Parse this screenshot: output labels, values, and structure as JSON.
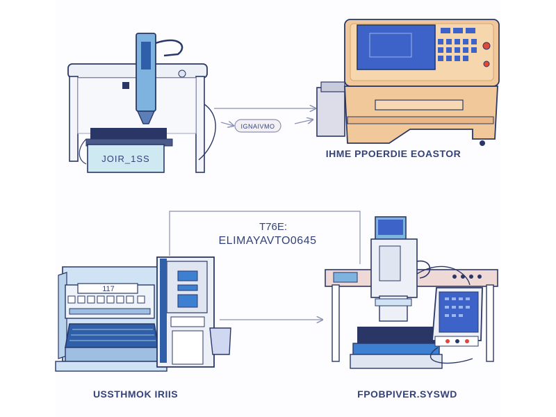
{
  "labels": {
    "machine1_panel": "JOIR_1SS",
    "connector_tag": "IGNAIVMO",
    "machine2_caption": "IHME PPOERDIE EOASTOR",
    "center_line1": "T76E:",
    "center_line2": "ELIMAYAVTO0645",
    "machine3_screen": "117",
    "machine3_caption": "USSTHMOK IRIIS",
    "machine4_caption": "FPOBPIVER.SYSWD"
  },
  "icons": {
    "machine1": "cnc-laser-machine-icon",
    "machine2": "industrial-controller-console-icon",
    "machine3": "workstation-keyboard-tower-icon",
    "machine4": "cnc-press-with-monitor-icon",
    "arrows": "flow-arrow-icon"
  },
  "colors": {
    "outline": "#2a3766",
    "blue": "#7fb3df",
    "light_blue": "#cfe3f4",
    "dark_blue": "#2e5fa8",
    "tan": "#f1c89a",
    "tan_dark": "#d9a574",
    "screen": "#3d63c8",
    "grey": "#dcdde8",
    "pink": "#efd9d6"
  }
}
